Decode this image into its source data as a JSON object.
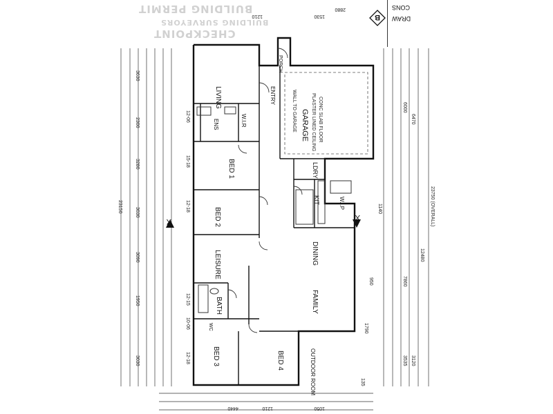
{
  "watermark": {
    "line1": "BUILDING PERMIT",
    "line2": "BUILDING SURVEYORS",
    "line3": "CHECKPOINT"
  },
  "title_block": {
    "line1": "CONS",
    "line2": "DRAW",
    "badge": "B"
  },
  "rooms": {
    "living": "LIVING",
    "garage": "GARAGE",
    "entry": "ENTRY",
    "porch": "PORCH",
    "ens": "ENS",
    "wir": "W.I.R",
    "bed1": "BED 1",
    "bed2": "BED 2",
    "leisure": "LEISURE",
    "bath": "BATH",
    "bed3": "BED 3",
    "bed4": "BED 4",
    "outdoor": "OUTDOOR ROOM",
    "dining": "DINING",
    "family": "FAMILY",
    "kit": "KIT",
    "wip": "W.I.P",
    "ldry": "LDRY",
    "wc": "WC"
  },
  "notes": {
    "garage_note": "PLASTER LINED CEILING",
    "garage_floor": "CONC SLAB FLOOR",
    "garage_wall": "WALL TO GARAGE"
  },
  "dimensions": {
    "overall_left": "23150",
    "overall_right": "23750 (OVERALL)",
    "right_a": "12480",
    "right_b": "7860",
    "right_c": "3535",
    "right_d": "3120",
    "left_a": "3630",
    "left_b": "2300",
    "left_c": "3280",
    "left_d": "3030",
    "left_e": "3090",
    "left_f": "1950",
    "left_g": "3030",
    "top_a": "1530",
    "top_b": "2880",
    "top_c": "1210",
    "garage_w": "6000",
    "garage_d": "6470",
    "kit_dim": "1140",
    "dining_dim": "950",
    "family_dim": "1790",
    "bottom_a": "4440",
    "bottom_b": "1210",
    "bottom_c": "1050",
    "bottom_d": "135",
    "marker_x": "X",
    "s_1": "15-18",
    "s_2": "12-18",
    "s_3": "12-06",
    "s_4": "10-06",
    "s_5": "12-15",
    "s_6": "12-18"
  }
}
